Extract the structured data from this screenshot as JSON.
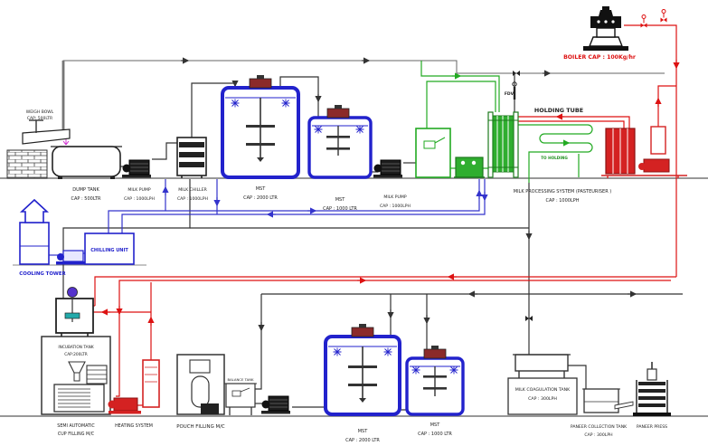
{
  "diagram": {
    "type": "process-flow-diagram",
    "subject": "milk-processing-plant"
  },
  "colors": {
    "pipe_black": "#333333",
    "pipe_red": "#dd1111",
    "pipe_blue": "#3333cc",
    "pipe_green": "#22aa22",
    "tank_blue": "#2222cc",
    "motor_maroon": "#8b2a2a",
    "label_text": "#222222"
  },
  "labels": {
    "weigh_bowl": [
      "WEIGH BOWL",
      "CAP: 500LTR"
    ],
    "dump_tank": [
      "DUMP TANK",
      "CAP : 500LTR"
    ],
    "milk_pump_1": [
      "MILK PUMP",
      "CAP : 1000LPH"
    ],
    "milk_chiller": [
      "MILK CHILLER",
      "CAP : 1000LPH"
    ],
    "mst_1": [
      "MST",
      "CAP : 2000 LTR"
    ],
    "mst_2": [
      "MST",
      "CAP : 1000 LTR"
    ],
    "milk_pump_2": [
      "MILK PUMP",
      "CAP : 1000LPH"
    ],
    "fdv": "FDV",
    "holding_tube": "HOLDING TUBE",
    "to_holding": "TO HOLDING",
    "pasteuriser": [
      "MILK PROCESSING SYSTEM (PASTEURISER )",
      "CAP : 1000LPH"
    ],
    "boiler": "BOILER  CAP : 100Kg/hr",
    "cooling_tower": "COOLING TOWER",
    "chilling_unit": "CHILLING UNIT",
    "incubation_tank": [
      "INCUBATION TANK",
      "CAP:200LTR"
    ],
    "cup_filling": [
      "SEMI AUTOMATIC",
      "CUP FILLING M/C"
    ],
    "heating_system": "HEATING SYSTEM",
    "pouch_filling": "POUCH FILLING M/C",
    "balance_tank": "BALANCE TANK",
    "mst_3": [
      "MST",
      "CAP : 2000 LTR"
    ],
    "mst_4": [
      "MST",
      "CAP : 1000 LTR"
    ],
    "coagulation_tank": [
      "MILK COAGULATION TANK",
      "CAP : 300LPH"
    ],
    "paneer_collection": [
      "PANEER COLLECTION TANK",
      "CAP : 300LPH"
    ],
    "paneer_press": "PANEER PRESS"
  }
}
